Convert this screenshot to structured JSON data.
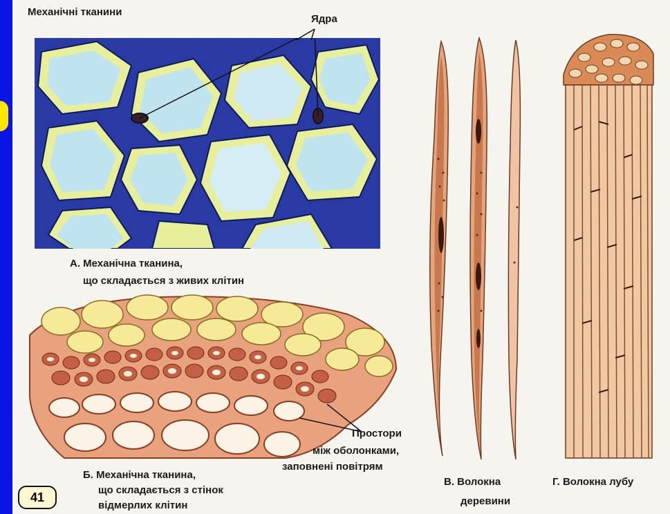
{
  "title": "Механічні тканини",
  "nuclei_label": "Ядра",
  "caption_a": [
    "А. Механічна тканина,",
    "що складається з живих клітин"
  ],
  "caption_b": [
    "Б. Механічна тканина,",
    "що складається з стінок",
    "відмерлих клітин"
  ],
  "caption_spaces": [
    "Простори",
    "між оболонками,",
    "заповнені повітрям"
  ],
  "caption_v": [
    "В. Волокна",
    "деревини"
  ],
  "caption_g": "Г. Волокна лубу",
  "figure_number": "41",
  "colors": {
    "frame_blue": "#0a14e0",
    "cell_wall_blue": "#1d2f8f",
    "cell_lumen": "#bfe3ef",
    "cell_rim_yellow": "#f2f08c",
    "fiber_orange": "#d88b5c",
    "sclerenchyma_red": "#c9614a"
  }
}
